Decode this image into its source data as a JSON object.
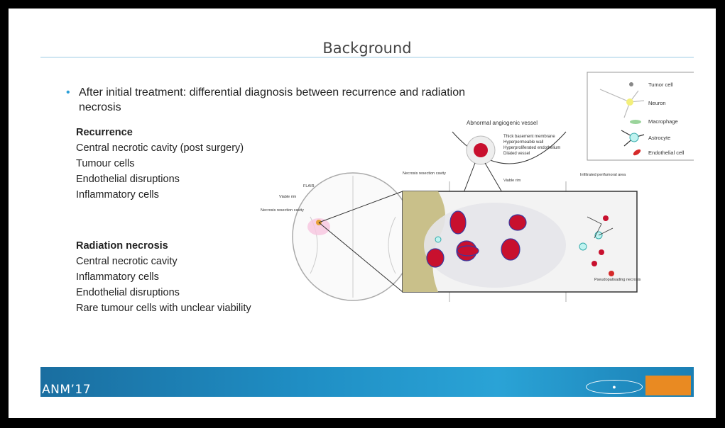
{
  "slide": {
    "title": "Background",
    "bullet": "After initial treatment: differential diagnosis between recurrence and radiation necrosis",
    "recurrence": {
      "heading": "Recurrence",
      "items": [
        "Central necrotic cavity (post surgery)",
        "Tumour cells",
        "Endothelial disruptions",
        "Inflammatory cells"
      ]
    },
    "radiation": {
      "heading": "Radiation necrosis",
      "items": [
        "Central necrotic cavity",
        "Inflammatory cells",
        "Endothelial disruptions",
        "Rare tumour cells with unclear viability"
      ]
    },
    "footer": {
      "conference": "ANM’17"
    }
  },
  "figure": {
    "legend": [
      "Tumor cell",
      "Neuron",
      "Macrophage",
      "Astrocyte",
      "Endothelial cell"
    ],
    "vessel_title": "Abnormal angiogenic vessel",
    "vessel_notes": [
      "Thick basement membrane",
      "Hyperpermeable wall",
      "Hyperproliferated endothelium",
      "Dilated vessel"
    ],
    "brain_labels": [
      "FLAIR",
      "Viable rim",
      "Necrosis resection cavity"
    ],
    "zone_labels": [
      "Necrosis resection cavity",
      "Viable rim",
      "Infiltrated perifumoral area"
    ],
    "pseudo_label": "Pseudopalisading necrosis"
  },
  "colors": {
    "accent": "#2b9fd8",
    "banner": "#1f8ec4",
    "tumor": "#c8102e",
    "cavity": "#c9c08a"
  }
}
